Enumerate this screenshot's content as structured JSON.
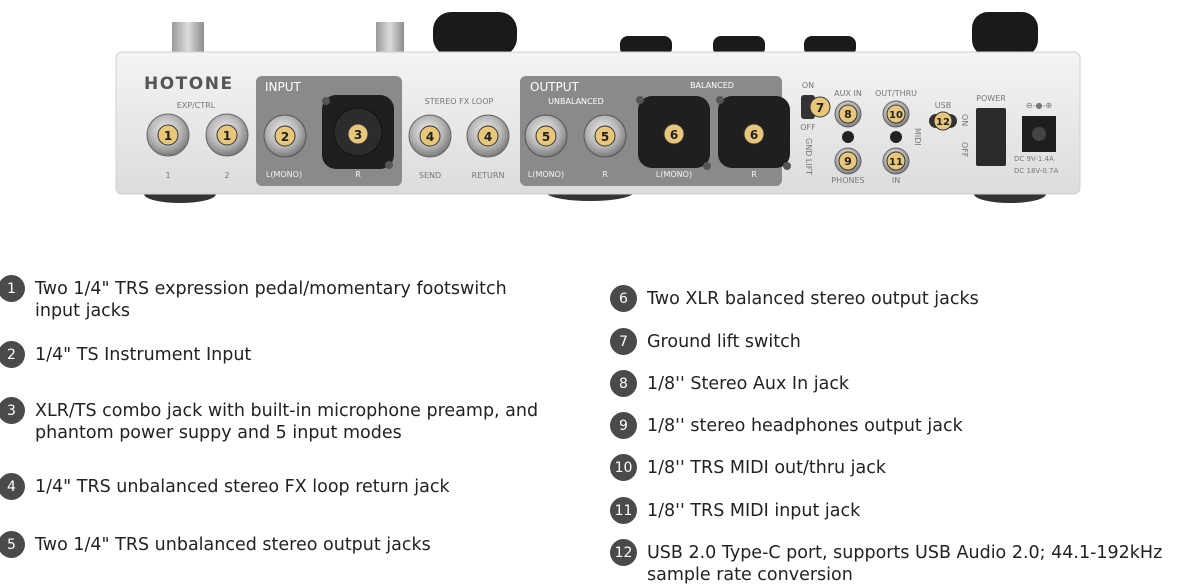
{
  "device": {
    "brand": "HOTONE",
    "labels": {
      "exp_ctrl": "EXP/CTRL",
      "exp_1": "1",
      "exp_2": "2",
      "input": "INPUT",
      "input_l": "L(MONO)",
      "input_r": "R",
      "fx_loop": "STEREO FX LOOP",
      "send": "SEND",
      "return": "RETURN",
      "output": "OUTPUT",
      "unbalanced": "UNBALANCED",
      "balanced": "BALANCED",
      "out_l": "L(MONO)",
      "out_r": "R",
      "bal_l": "L(MONO)",
      "bal_r": "R",
      "on": "ON",
      "off": "OFF",
      "gnd_lift": "GND LIFT",
      "aux_in": "AUX IN",
      "phones": "PHONES",
      "out_thru": "OUT/THRU",
      "midi": "MIDI",
      "in": "IN",
      "usb": "USB",
      "usb_on": "ON",
      "usb_off": "OFF",
      "power": "POWER",
      "dc1": "DC  9V-1.4A",
      "dc2": "DC 18V-0.7A"
    },
    "markers": [
      "1",
      "1",
      "2",
      "3",
      "4",
      "4",
      "5",
      "5",
      "6",
      "6",
      "7",
      "8",
      "9",
      "10",
      "11",
      "12"
    ]
  },
  "legend": {
    "left": [
      {
        "n": "1",
        "text": "Two 1/4\" TRS expression pedal/momentary footswitch input jacks"
      },
      {
        "n": "2",
        "text": "1/4\" TS Instrument Input"
      },
      {
        "n": "3",
        "text": "XLR/TS combo jack with built-in microphone preamp, and phantom power suppy and 5 input modes"
      },
      {
        "n": "4",
        "text": "1/4\" TRS unbalanced stereo FX loop return jack"
      },
      {
        "n": "5",
        "text": "Two 1/4\" TRS unbalanced stereo output jacks"
      }
    ],
    "right": [
      {
        "n": "6",
        "text": "Two XLR balanced stereo output jacks"
      },
      {
        "n": "7",
        "text": "Ground lift switch"
      },
      {
        "n": "8",
        "text": "1/8'' Stereo Aux In jack"
      },
      {
        "n": "9",
        "text": "1/8'' stereo headphones output jack"
      },
      {
        "n": "10",
        "text": "1/8'' TRS MIDI out/thru jack"
      },
      {
        "n": "11",
        "text": "1/8'' TRS MIDI input jack"
      },
      {
        "n": "12",
        "text": "USB 2.0 Type-C port, supports USB Audio 2.0; 44.1-192kHz sample rate conversion"
      }
    ]
  },
  "colors": {
    "panel": "#eeeeee",
    "dark_panel": "#8a8a8a",
    "marker": "#e8c77a",
    "legend_circle": "#4a4a4a"
  }
}
